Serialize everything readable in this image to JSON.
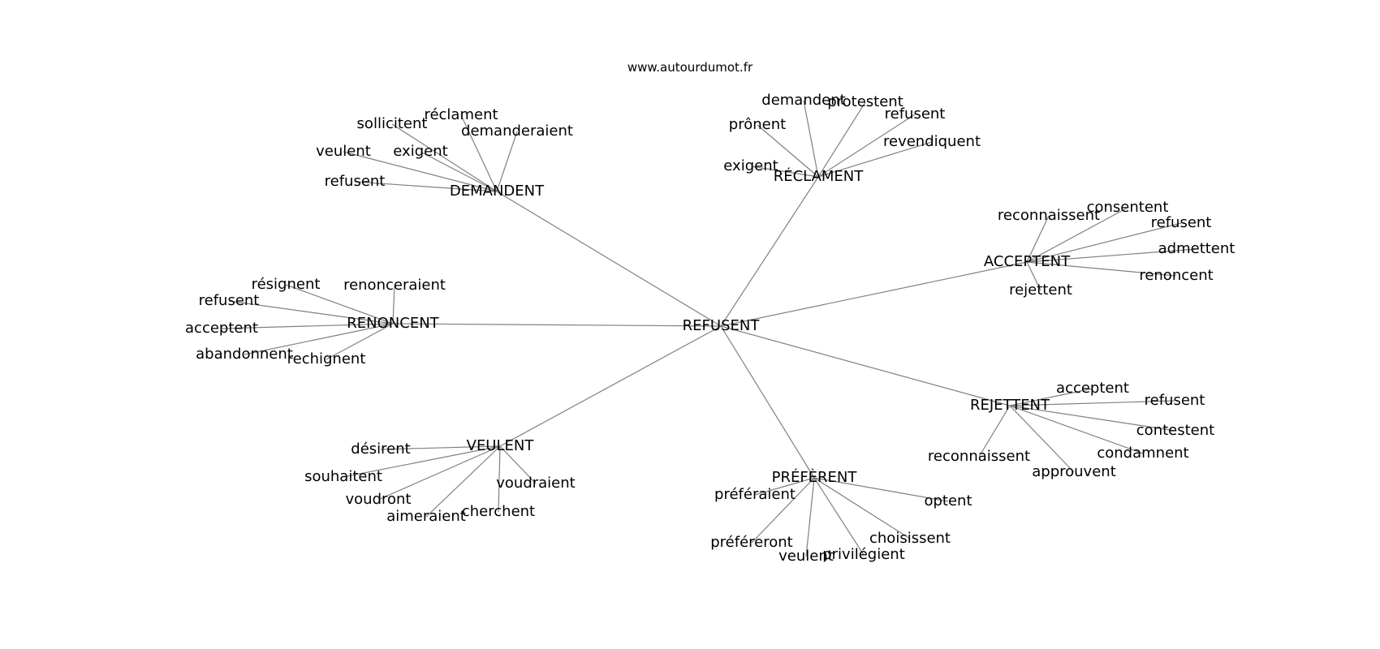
{
  "source_label": "www.autourdumot.fr",
  "center": "REFUSENT",
  "groups": [
    {
      "label": "DEMANDENT",
      "children": [
        "sollicitent",
        "réclament",
        "demanderaient",
        "veulent",
        "exigent",
        "refusent"
      ]
    },
    {
      "label": "RÉCLAMENT",
      "children": [
        "demandent",
        "protestent",
        "prônent",
        "refusent",
        "revendiquent",
        "exigent"
      ]
    },
    {
      "label": "ACCEPTENT",
      "children": [
        "reconnaissent",
        "consentent",
        "refusent",
        "admettent",
        "renoncent",
        "rejettent"
      ]
    },
    {
      "label": "RENONCENT",
      "children": [
        "résignent",
        "renonceraient",
        "refusent",
        "acceptent",
        "abandonnent",
        "rechignent"
      ]
    },
    {
      "label": "REJETTENT",
      "children": [
        "acceptent",
        "refusent",
        "contestent",
        "condamnent",
        "reconnaissent",
        "approuvent"
      ]
    },
    {
      "label": "VEULENT",
      "children": [
        "désirent",
        "souhaitent",
        "voudraient",
        "voudront",
        "aimeraient",
        "cherchent"
      ]
    },
    {
      "label": "PRÉFÈRENT",
      "children": [
        "préféraient",
        "optent",
        "choisissent",
        "préféreront",
        "privilégient",
        "veulent"
      ]
    }
  ]
}
